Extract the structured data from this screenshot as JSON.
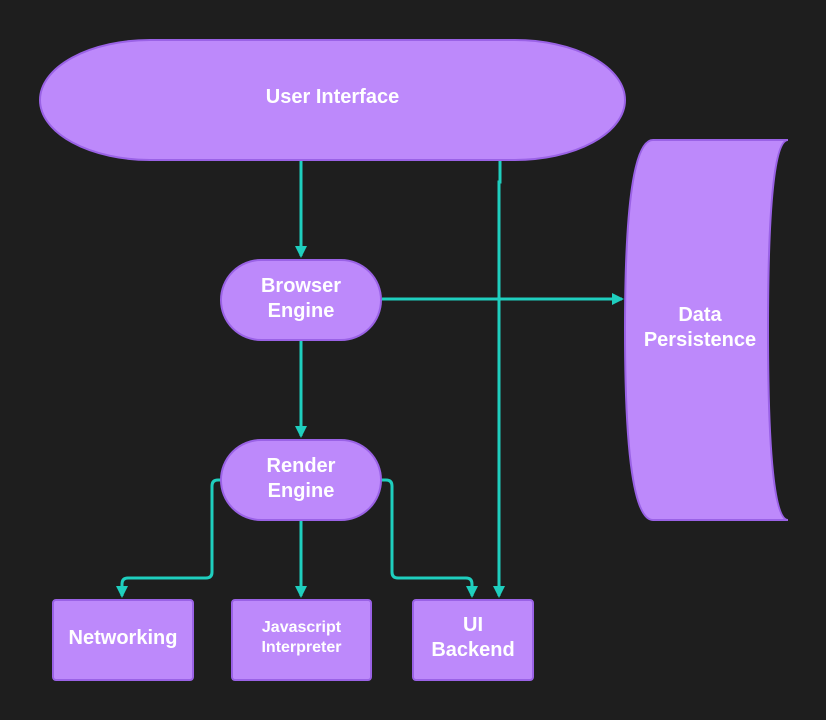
{
  "colors": {
    "background": "#1e1e1e",
    "node_fill": "#bd89fb",
    "node_stroke": "#9a62e6",
    "connector": "#1fcfbf",
    "text": "#ffffff"
  },
  "nodes": {
    "user_interface": {
      "label": "User Interface",
      "shape": "ellipse"
    },
    "browser_engine": {
      "label_line1": "Browser",
      "label_line2": "Engine",
      "shape": "pill"
    },
    "render_engine": {
      "label_line1": "Render",
      "label_line2": "Engine",
      "shape": "pill"
    },
    "networking": {
      "label": "Networking",
      "shape": "rectangle"
    },
    "javascript_interpreter": {
      "label_line1": "Javascript",
      "label_line2": "Interpreter",
      "shape": "rectangle"
    },
    "ui_backend": {
      "label_line1": "UI",
      "label_line2": "Backend",
      "shape": "rectangle"
    },
    "data_persistence": {
      "label_line1": "Data",
      "label_line2": "Persistence",
      "shape": "stored-data"
    }
  },
  "edges": [
    {
      "from": "User Interface",
      "to": "Browser Engine"
    },
    {
      "from": "User Interface",
      "to": "UI Backend"
    },
    {
      "from": "Browser Engine",
      "to": "Render Engine"
    },
    {
      "from": "Browser Engine",
      "to": "Data Persistence"
    },
    {
      "from": "Render Engine",
      "to": "Networking"
    },
    {
      "from": "Render Engine",
      "to": "Javascript Interpreter"
    },
    {
      "from": "Render Engine",
      "to": "UI Backend"
    }
  ]
}
